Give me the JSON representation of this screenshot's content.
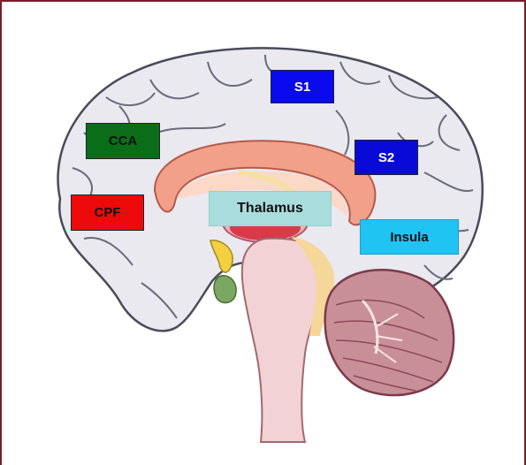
{
  "labels": {
    "s1": "S1",
    "cca": "CCA",
    "s2": "S2",
    "cpf": "CPF",
    "thalamus": "Thalamus",
    "insula": "Insula"
  },
  "colors": {
    "s1": "#0a0aee",
    "cca": "#0a6e18",
    "s2": "#0a0ad8",
    "cpf": "#ee0a0a",
    "thalamus": "#a9dcdc",
    "insula": "#1fc4f2",
    "frame": "#7a1e2a",
    "cortex": "#e8e8ee"
  }
}
